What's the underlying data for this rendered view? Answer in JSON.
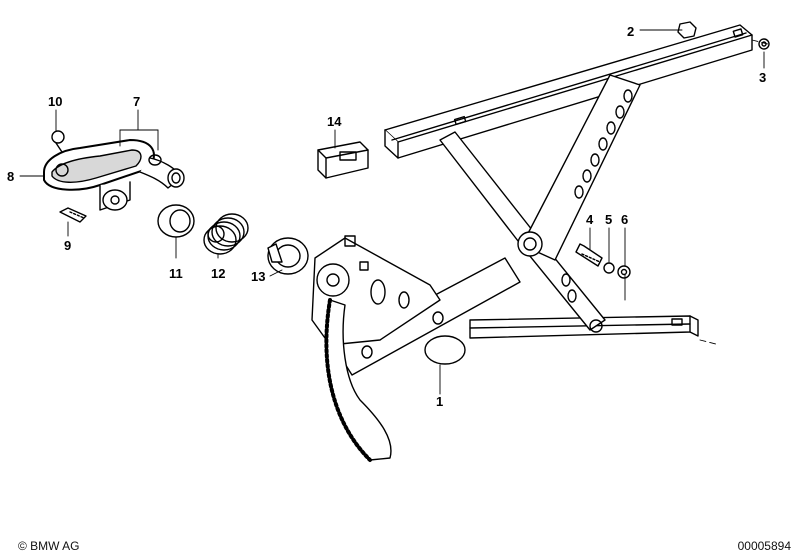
{
  "callouts": [
    {
      "id": "callout-1",
      "text": "1"
    },
    {
      "id": "callout-2",
      "text": "2"
    },
    {
      "id": "callout-3",
      "text": "3"
    },
    {
      "id": "callout-4",
      "text": "4"
    },
    {
      "id": "callout-5",
      "text": "5"
    },
    {
      "id": "callout-6",
      "text": "6"
    },
    {
      "id": "callout-7",
      "text": "7"
    },
    {
      "id": "callout-8",
      "text": "8"
    },
    {
      "id": "callout-9",
      "text": "9"
    },
    {
      "id": "callout-10",
      "text": "10"
    },
    {
      "id": "callout-11",
      "text": "11"
    },
    {
      "id": "callout-12",
      "text": "12"
    },
    {
      "id": "callout-13",
      "text": "13"
    },
    {
      "id": "callout-14",
      "text": "14"
    }
  ],
  "footer": {
    "copyright": "© BMW AG",
    "doc_number": "00005894"
  }
}
